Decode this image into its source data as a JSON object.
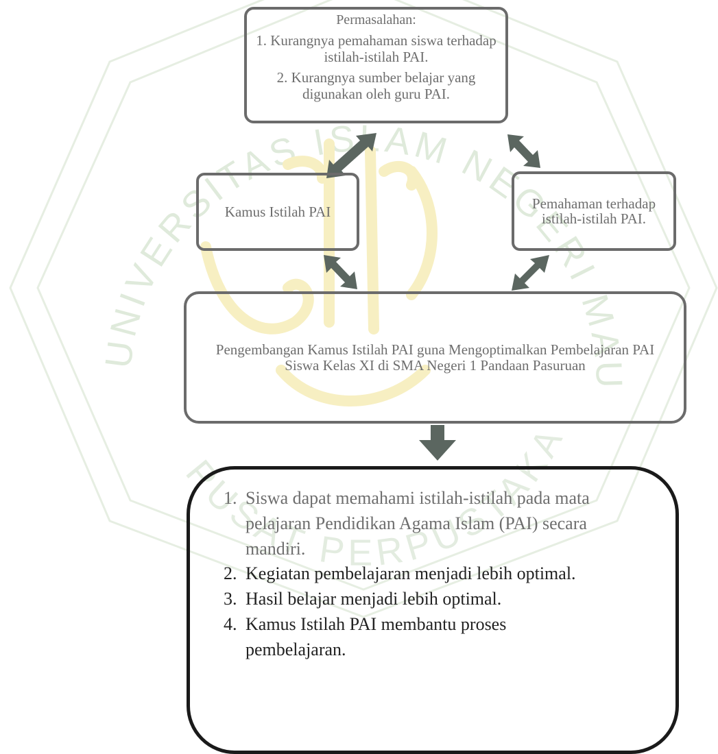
{
  "watermark": {
    "ring_top_text": "UNIVERSITAS ISLAM NEGERI MAULANA MALIK IBRAHIM",
    "ring_bottom_text": "PUSAT PERPUSTAKAAN"
  },
  "problem": {
    "title": "Permasalahan:",
    "items": [
      "1. Kurangnya pemahaman siswa terhadap istilah-istilah PAI.",
      "2. Kurangnya sumber belajar yang digunakan oleh guru PAI."
    ]
  },
  "dictionary": {
    "label": "Kamus Istilah PAI"
  },
  "understanding": {
    "label": "Pemahaman terhadap istilah-istilah PAI."
  },
  "development": {
    "label": "Pengembangan Kamus Istilah PAI guna Mengoptimalkan Pembelajaran PAI Siswa Kelas XI di SMA Negeri 1 Pandaan Pasuruan"
  },
  "outcomes": [
    {
      "num": "1.",
      "text": "Siswa dapat memahami istilah-istilah pada mata pelajaran Pendidikan Agama Islam (PAI) secara mandiri."
    },
    {
      "num": "2.",
      "text": "Kegiatan pembelajaran menjadi lebih optimal."
    },
    {
      "num": "3.",
      "text": "Hasil belajar menjadi lebih optimal."
    },
    {
      "num": "4.",
      "text": "Kamus Istilah PAI membantu proses pembelajaran."
    }
  ],
  "colors": {
    "box_border": "#6b6b6b",
    "arrow": "#5b6660",
    "watermark_green": "#dfeadb",
    "watermark_gold": "#f7efc2",
    "outcome_border": "#1a1a1a"
  }
}
